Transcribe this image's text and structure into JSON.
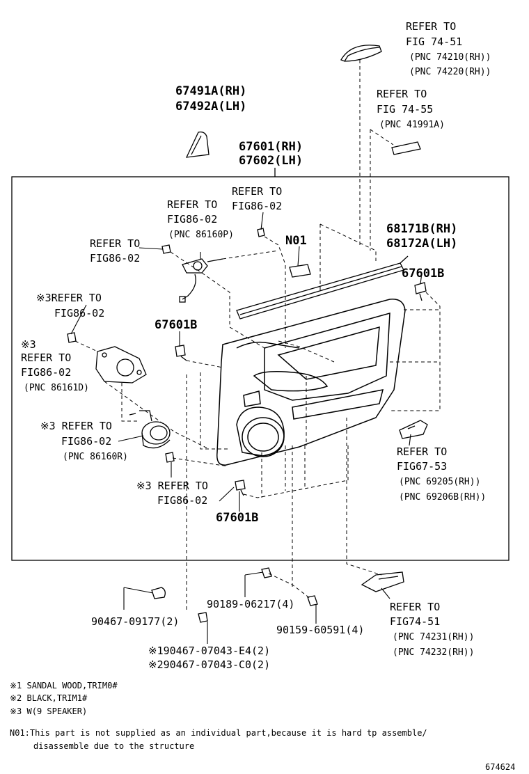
{
  "diagram": {
    "drawing_number": "674624",
    "enclosure_label": [
      "67601(RH)",
      "67602(LH)"
    ],
    "callouts": {
      "armrest_ref": [
        "REFER TO",
        "FIG 74-51",
        "(PNC 74210(RH))",
        "(PNC 74220(RH))"
      ],
      "clip_ref": [
        "REFER TO",
        "FIG 74-55",
        "(PNC 41991A)"
      ],
      "garnish": [
        "67491A(RH)",
        "67492A(LH)"
      ],
      "screw_top": [
        "REFER TO",
        "FIG86-02"
      ],
      "speaker_ref": [
        "REFER TO",
        "FIG86-02",
        "(PNC 86160P)"
      ],
      "bolt_left": [
        "REFER TO",
        "FIG86-02"
      ],
      "no1": "N01",
      "weatherstrip": [
        "68171B(RH)",
        "68172A(LH)"
      ],
      "clip_right": "67601B",
      "left_ref1": [
        "※3REFER TO",
        "FIG86-02"
      ],
      "clip_mid": "67601B",
      "left_ref2": [
        "※3",
        "REFER TO",
        "FIG86-02",
        "(PNC 86161D)"
      ],
      "left_ref3": [
        "※3 REFER TO",
        "FIG86-02",
        "(PNC 86160R)"
      ],
      "bottom_ref": [
        "※3 REFER TO",
        "FIG86-02"
      ],
      "clip_bottom": "67601B",
      "switch_ref": [
        "REFER TO",
        "FIG67-53",
        "(PNC 69205(RH))",
        "(PNC 69206B(RH))"
      ],
      "part_90467_09177": "90467-09177(2)",
      "part_90189": "90189-06217(4)",
      "part_90159": "90159-60591(4)",
      "part_90467_e4": "※190467-07043-E4(2)",
      "part_90467_c0": "※290467-07043-C0(2)",
      "switch_bottom_ref": [
        "REFER TO",
        "FIG74-51",
        "(PNC 74231(RH))",
        "(PNC 74232(RH))"
      ]
    },
    "notes": [
      "※1 SANDAL WOOD,TRIM0#",
      "※2 BLACK,TRIM1#",
      "※3 W(9 SPEAKER)"
    ],
    "footnote": [
      "N01:This part is not supplied as an individual part,because it is hard tp assemble/",
      "disassemble due to the structure"
    ]
  }
}
